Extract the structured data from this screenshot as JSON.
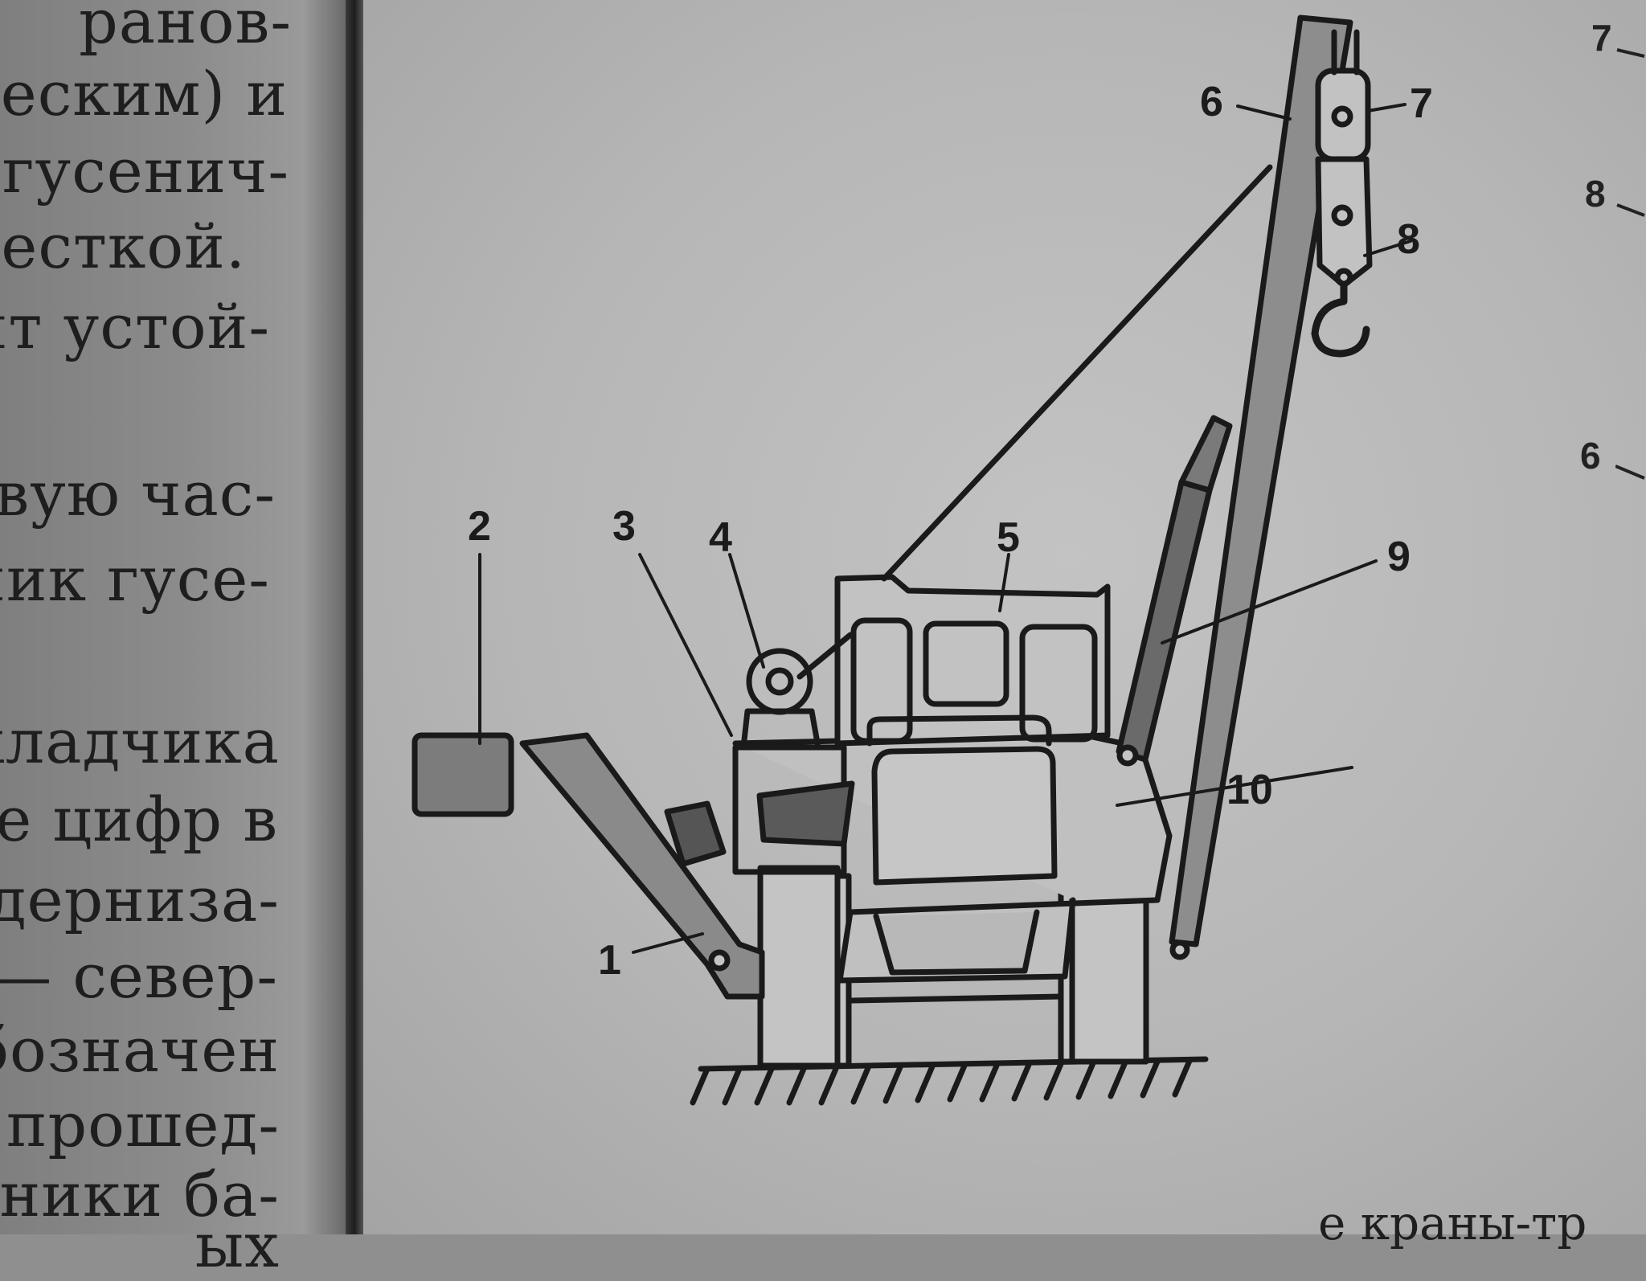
{
  "left_page": {
    "lines": [
      "ранов-",
      "еским) и",
      "гусенич-",
      "есткой.",
      "нт устой-",
      "",
      "овую час-",
      "чик гусе-",
      "",
      "кладчика",
      "ле цифр в",
      "одерниза-",
      "— север-",
      "обозначен",
      ", прошед-",
      "чники ба-",
      "ых"
    ]
  },
  "figure": {
    "callouts": [
      "1",
      "2",
      "3",
      "4",
      "5",
      "6",
      "7",
      "8",
      "9",
      "10"
    ]
  },
  "right_edge": {
    "labels": [
      "7",
      "8",
      "6"
    ]
  },
  "bottom_text": "е краны-тр"
}
